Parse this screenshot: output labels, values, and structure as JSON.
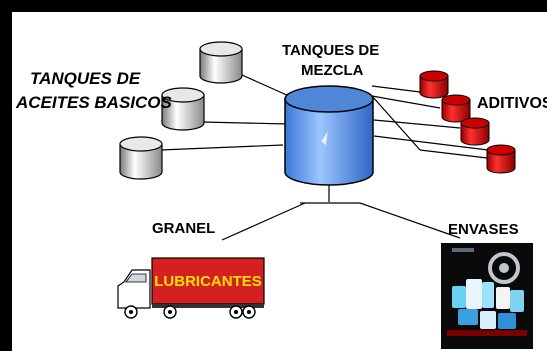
{
  "diagram": {
    "base_oil_tanks_label_line1": "TANQUES DE",
    "base_oil_tanks_label_line2": "ACEITES BASICOS",
    "mixing_tanks_label_line1": "TANQUES DE",
    "mixing_tanks_label_line2": "MEZCLA",
    "additives_label": "ADITIVOS",
    "bulk_label": "GRANEL",
    "packaging_label": "ENVASES",
    "truck_trailer_text": "LUBRICANTES"
  },
  "colors": {
    "border": "#000000",
    "background": "#ffffff",
    "base_tank_gray": "#c8c8c8",
    "mix_tank_blue": "#5b9cf0",
    "additive_red": "#e00000",
    "trailer_red": "#d42020",
    "trailer_text_yellow": "#ffe000"
  }
}
